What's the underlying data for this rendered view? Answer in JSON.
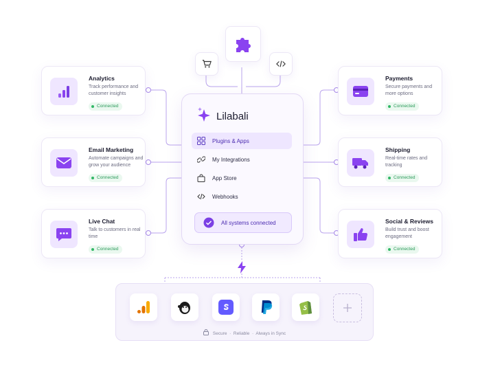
{
  "app": {
    "brand": "Lilabali"
  },
  "menu": [
    {
      "label": "Plugins & Apps",
      "icon": "grid-icon",
      "active": true
    },
    {
      "label": "My Integrations",
      "icon": "link-icon",
      "active": false
    },
    {
      "label": "App Store",
      "icon": "shopping-bag-icon",
      "active": false
    },
    {
      "label": "Webhooks",
      "icon": "code-icon",
      "active": false
    }
  ],
  "status": {
    "label": "All systems connected"
  },
  "cards": {
    "analytics": {
      "title": "Analytics",
      "desc": "Track performance and customer insights",
      "badge": "Connected",
      "icon": "bar-chart-icon"
    },
    "email": {
      "title": "Email Marketing",
      "desc": "Automate campaigns and grow your audience",
      "badge": "Connected",
      "icon": "envelope-icon"
    },
    "chat": {
      "title": "Live Chat",
      "desc": "Talk to customers in real time",
      "badge": "Connected",
      "icon": "chat-bubble-icon"
    },
    "payments": {
      "title": "Payments",
      "desc": "Secure payments and more options",
      "badge": "Connected",
      "icon": "credit-card-icon"
    },
    "shipping": {
      "title": "Shipping",
      "desc": "Real-time rates and tracking",
      "badge": "Connected",
      "icon": "truck-icon"
    },
    "social": {
      "title": "Social & Reviews",
      "desc": "Build trust and boost engagement",
      "badge": "Connected",
      "icon": "thumbs-up-icon"
    }
  },
  "top_nodes": [
    "cart-icon",
    "puzzle-icon",
    "code-icon"
  ],
  "integrations": [
    "google-analytics-logo",
    "mailchimp-logo",
    "stripe-logo",
    "paypal-logo",
    "shopify-logo",
    "add-icon"
  ],
  "footer": {
    "text": "Secure  ·  Reliable  ·  Always in Sync"
  },
  "colors": {
    "accent": "#7b3fe4",
    "accent_light": "#efe6ff",
    "connected": "#2b9a5a"
  }
}
